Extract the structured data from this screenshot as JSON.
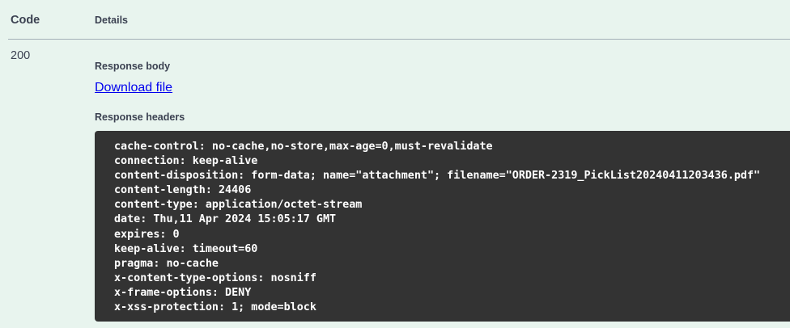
{
  "table": {
    "code_header": "Code",
    "details_header": "Details"
  },
  "response": {
    "code": "200",
    "body_label": "Response body",
    "download_link_label": "Download file",
    "headers_label": "Response headers",
    "headers": [
      "cache-control: no-cache,no-store,max-age=0,must-revalidate",
      "connection: keep-alive",
      "content-disposition: form-data; name=\"attachment\"; filename=\"ORDER-2319_PickList20240411203436.pdf\"",
      "content-length: 24406",
      "content-type: application/octet-stream",
      "date: Thu,11 Apr 2024 15:05:17 GMT",
      "expires: 0",
      "keep-alive: timeout=60",
      "pragma: no-cache",
      "x-content-type-options: nosniff",
      "x-frame-options: DENY",
      "x-xss-protection: 1; mode=block"
    ]
  },
  "colors": {
    "page_background": "#e8f4ee",
    "text": "#3b4151",
    "link": "#0000ee",
    "divider": "#a3afb6",
    "code_block_background": "#333333",
    "code_block_text": "#ffffff"
  }
}
